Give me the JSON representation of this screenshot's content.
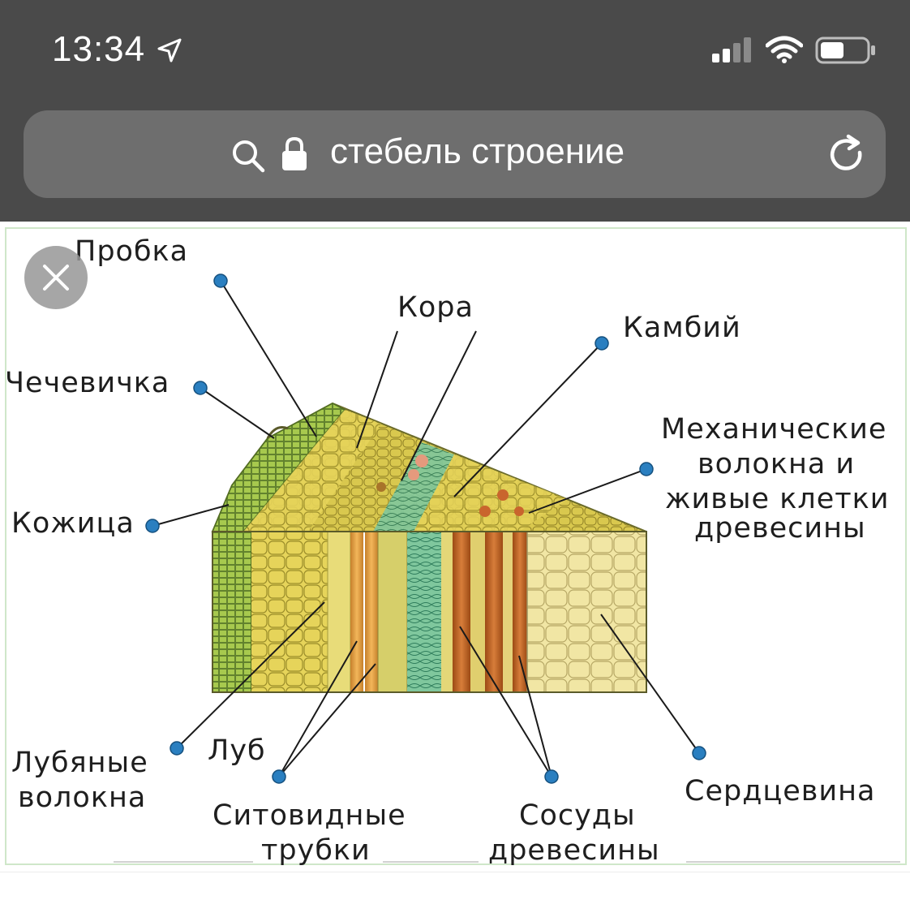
{
  "status_bar": {
    "time": "13:34"
  },
  "browser": {
    "url_text": "стебель строение"
  },
  "icons": {
    "location": "location-arrow-icon",
    "signal": "cellular-signal-icon",
    "wifi": "wifi-icon",
    "battery": "battery-icon",
    "search": "search-icon",
    "lock": "lock-icon",
    "reload": "reload-icon",
    "close": "close-icon"
  },
  "diagram": {
    "labels": {
      "probka": "Пробка",
      "kora": "Кора",
      "kambiy": "Камбий",
      "chechevichka": "Чечевичка",
      "mech_1": "Механические",
      "mech_2": "волокна и",
      "mech_3": "живые клетки",
      "mech_4": "древесины",
      "kozhitsa": "Кожица",
      "lub_vol_1": "Лубяные",
      "lub_vol_2": "волокна",
      "lub": "Луб",
      "sito_1": "Ситовидные",
      "sito_2": "трубки",
      "sosudy_1": "Сосуды",
      "sosudy_2": "древесины",
      "serdtsevina": "Сердцевина"
    }
  },
  "colors": {
    "topbar": "#4a4a4a",
    "urlbar": "#6e6e6e",
    "pin": "#2a7fc0",
    "frame": "#cfe7c9"
  }
}
